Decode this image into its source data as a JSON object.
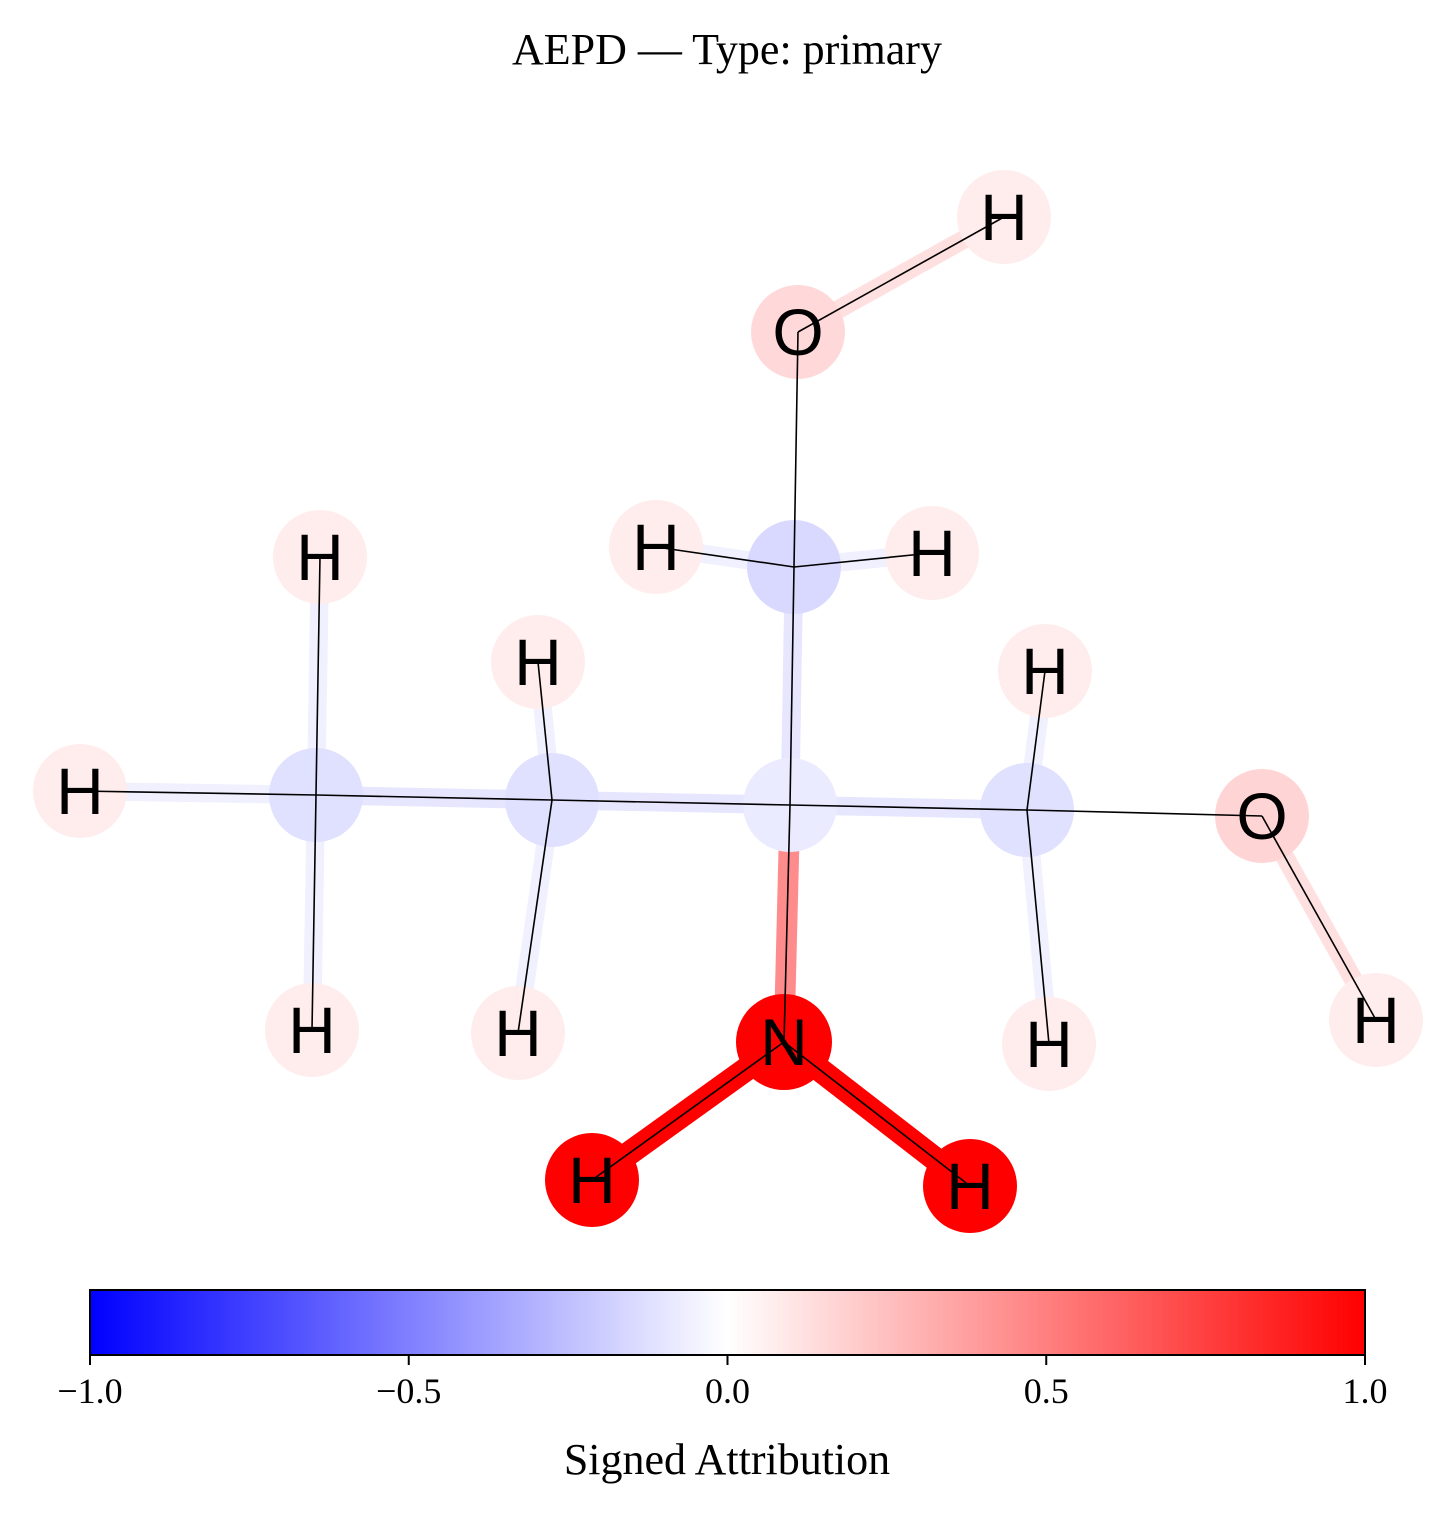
{
  "title": "AEPD — Type: primary",
  "colormap": {
    "low_color": "#0000ff",
    "mid_color": "#ffffff",
    "high_color": "#ff0000",
    "vmin": -1.0,
    "vmax": 1.0
  },
  "colorbar": {
    "label": "Signed Attribution",
    "ticks": [
      {
        "value": -1.0,
        "label": "−1.0"
      },
      {
        "value": -0.5,
        "label": "−0.5"
      },
      {
        "value": 0.0,
        "label": "0.0"
      },
      {
        "value": 0.5,
        "label": "0.5"
      },
      {
        "value": 1.0,
        "label": "1.0"
      }
    ]
  },
  "molecule": {
    "atoms": [
      {
        "id": "C1",
        "element": "C",
        "label": "",
        "attribution": -0.12
      },
      {
        "id": "C2",
        "element": "C",
        "label": "",
        "attribution": -0.12
      },
      {
        "id": "C3",
        "element": "C",
        "label": "",
        "attribution": -0.08
      },
      {
        "id": "C4",
        "element": "C",
        "label": "",
        "attribution": -0.15
      },
      {
        "id": "C5",
        "element": "C",
        "label": "",
        "attribution": -0.12
      },
      {
        "id": "N1",
        "element": "N",
        "label": "N",
        "attribution": 1.0
      },
      {
        "id": "O1",
        "element": "O",
        "label": "O",
        "attribution": 0.15
      },
      {
        "id": "O2",
        "element": "O",
        "label": "O",
        "attribution": 0.17
      },
      {
        "id": "H1",
        "element": "H",
        "label": "H",
        "attribution": 0.07
      },
      {
        "id": "H2",
        "element": "H",
        "label": "H",
        "attribution": 0.07
      },
      {
        "id": "H3",
        "element": "H",
        "label": "H",
        "attribution": 0.07
      },
      {
        "id": "H4",
        "element": "H",
        "label": "H",
        "attribution": 0.07
      },
      {
        "id": "H5",
        "element": "H",
        "label": "H",
        "attribution": 0.07
      },
      {
        "id": "H6",
        "element": "H",
        "label": "H",
        "attribution": 0.07
      },
      {
        "id": "H7",
        "element": "H",
        "label": "H",
        "attribution": 0.07
      },
      {
        "id": "H8",
        "element": "H",
        "label": "H",
        "attribution": 0.07
      },
      {
        "id": "H9",
        "element": "H",
        "label": "H",
        "attribution": 0.07
      },
      {
        "id": "H10",
        "element": "H",
        "label": "H",
        "attribution": 0.07
      },
      {
        "id": "H11",
        "element": "H",
        "label": "H",
        "attribution": 0.07
      },
      {
        "id": "H12",
        "element": "H",
        "label": "H",
        "attribution": 0.07
      },
      {
        "id": "H13",
        "element": "H",
        "label": "H",
        "attribution": 1.0
      },
      {
        "id": "H14",
        "element": "H",
        "label": "H",
        "attribution": 1.0
      }
    ],
    "bonds": [
      {
        "a": "C1",
        "b": "H1",
        "attribution": -0.06
      },
      {
        "a": "C1",
        "b": "H2",
        "attribution": -0.06
      },
      {
        "a": "C1",
        "b": "H3",
        "attribution": -0.06
      },
      {
        "a": "C1",
        "b": "C2",
        "attribution": -0.1
      },
      {
        "a": "C2",
        "b": "H4",
        "attribution": -0.06
      },
      {
        "a": "C2",
        "b": "H5",
        "attribution": -0.06
      },
      {
        "a": "C2",
        "b": "C3",
        "attribution": -0.1
      },
      {
        "a": "C3",
        "b": "C4",
        "attribution": -0.1
      },
      {
        "a": "C4",
        "b": "H6",
        "attribution": -0.06
      },
      {
        "a": "C4",
        "b": "H7",
        "attribution": -0.06
      },
      {
        "a": "C4",
        "b": "O1",
        "attribution": 0.0
      },
      {
        "a": "O1",
        "b": "H8",
        "attribution": 0.12
      },
      {
        "a": "C3",
        "b": "C5",
        "attribution": -0.1
      },
      {
        "a": "C5",
        "b": "H9",
        "attribution": -0.06
      },
      {
        "a": "C5",
        "b": "H10",
        "attribution": -0.06
      },
      {
        "a": "C5",
        "b": "O2",
        "attribution": 0.0
      },
      {
        "a": "O2",
        "b": "H11",
        "attribution": 0.12
      },
      {
        "a": "C3",
        "b": "N1",
        "attribution": 0.45
      },
      {
        "a": "N1",
        "b": "H13",
        "attribution": 1.0
      },
      {
        "a": "N1",
        "b": "H14",
        "attribution": 1.0
      }
    ]
  }
}
